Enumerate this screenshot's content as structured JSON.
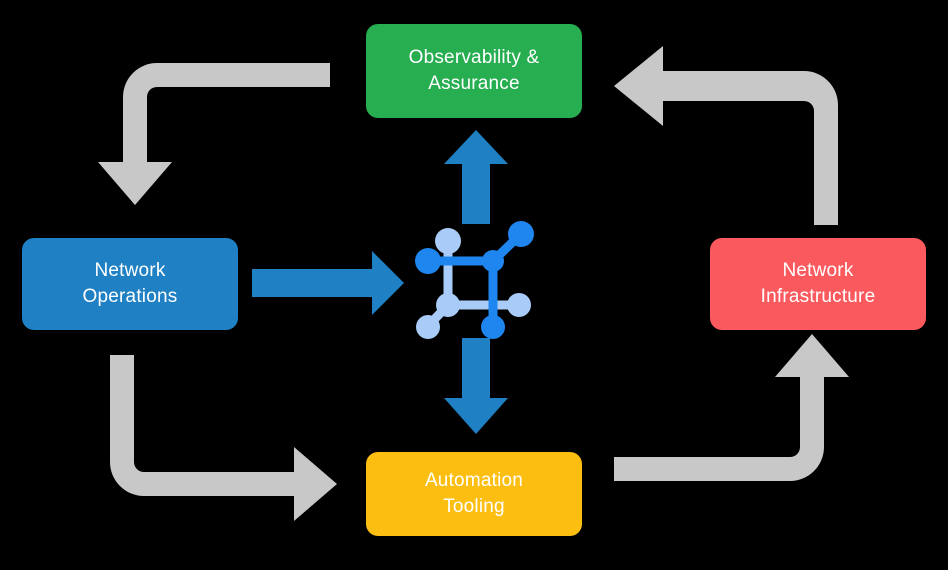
{
  "diagram": {
    "type": "cycle-flow-diagram",
    "background_color": "#000000",
    "center": {
      "icon_name": "network-topology-icon",
      "node_color_primary": "#1F86F0",
      "node_color_secondary": "#A8CCF7"
    },
    "nodes": [
      {
        "id": "observability",
        "label": "Observability &\nAssurance",
        "color": "#27AE51",
        "text_color": "#FFFFFF",
        "position": "top"
      },
      {
        "id": "operations",
        "label": "Network\nOperations",
        "color": "#1F80C4",
        "text_color": "#FFFFFF",
        "position": "left"
      },
      {
        "id": "infrastructure",
        "label": "Network\nInfrastructure",
        "color": "#FA5A5E",
        "text_color": "#FFFFFF",
        "position": "right"
      },
      {
        "id": "automation",
        "label": "Automation\nTooling",
        "color": "#FDBE12",
        "text_color": "#FFFFFF",
        "position": "bottom"
      }
    ],
    "connectors": [
      {
        "id": "operations-to-center",
        "name": "arrow-operations-to-center",
        "style": "straight",
        "direction": "right",
        "color": "#1F80C4",
        "from": "operations",
        "to": "center"
      },
      {
        "id": "center-to-observability",
        "name": "arrow-center-to-observability",
        "style": "straight",
        "direction": "up",
        "color": "#1F80C4",
        "from": "center",
        "to": "observability"
      },
      {
        "id": "center-to-automation",
        "name": "arrow-center-to-automation",
        "style": "straight",
        "direction": "down",
        "color": "#1F80C4",
        "from": "center",
        "to": "automation"
      },
      {
        "id": "observability-to-operations",
        "name": "arrow-observability-to-operations",
        "style": "elbow",
        "direction": "left-then-down",
        "color": "#C8C8C8",
        "from": "observability",
        "to": "operations"
      },
      {
        "id": "operations-to-automation",
        "name": "arrow-operations-to-automation",
        "style": "elbow",
        "direction": "down-then-right",
        "color": "#C8C8C8",
        "from": "operations",
        "to": "automation"
      },
      {
        "id": "automation-to-infrastructure",
        "name": "arrow-automation-to-infrastructure",
        "style": "elbow",
        "direction": "right-then-up",
        "color": "#C8C8C8",
        "from": "automation",
        "to": "infrastructure"
      },
      {
        "id": "infrastructure-to-observability",
        "name": "arrow-infrastructure-to-observability",
        "style": "elbow",
        "direction": "up-then-left",
        "color": "#C8C8C8",
        "from": "infrastructure",
        "to": "observability"
      }
    ]
  }
}
